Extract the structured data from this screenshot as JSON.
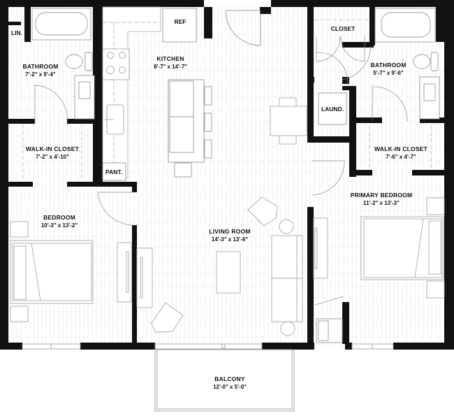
{
  "floor_plan": {
    "colors": {
      "wall": "#111111",
      "floor_lines": "#e2e2e2",
      "fixture_stroke": "#9a9a9a",
      "background": "#ffffff"
    },
    "rooms": [
      {
        "name": "BATHROOM",
        "dimensions": "7'-2\" x 9'-4\""
      },
      {
        "name": "KITCHEN",
        "dimensions": "8'-7\" x 14'-7\""
      },
      {
        "name": "BATHROOM",
        "dimensions": "5'-7\" x 9'-6\""
      },
      {
        "name": "WALK-IN CLOSET",
        "dimensions": "7'-2\" x 4'-10\""
      },
      {
        "name": "WALK-IN CLOSET",
        "dimensions": "7'-6\" x 4'-7\""
      },
      {
        "name": "PRIMARY BEDROOM",
        "dimensions": "11'-2\" x 13'-3\""
      },
      {
        "name": "BEDROOM",
        "dimensions": "10'-3\" x 13'-2\""
      },
      {
        "name": "LIVING ROOM",
        "dimensions": "14'-3\" x 13'-6\""
      },
      {
        "name": "BALCONY",
        "dimensions": "12'-0\" x 5'-0\""
      }
    ],
    "tags": {
      "linen": "LIN.",
      "refrigerator": "REF",
      "closet": "CLOSET",
      "laundry": "LAUND.",
      "pantry": "PANT."
    }
  }
}
